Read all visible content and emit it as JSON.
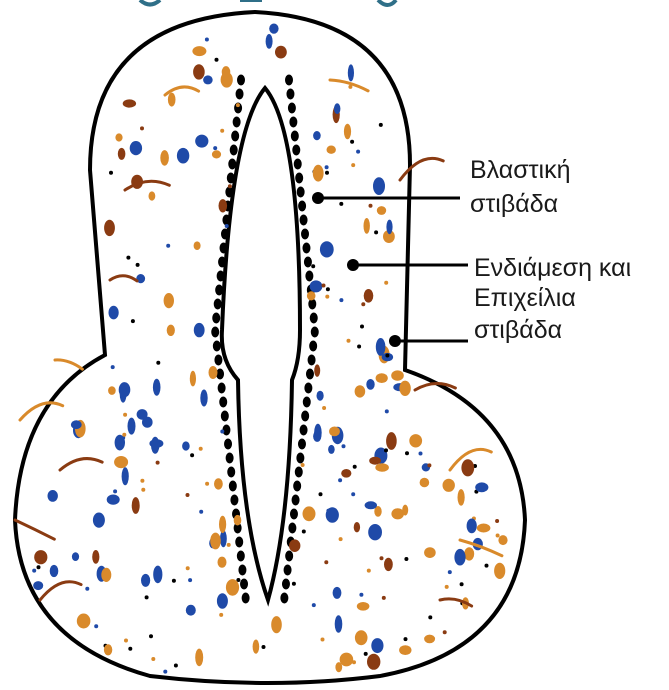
{
  "labels": {
    "layer_1_line1": "Βλαστική",
    "layer_1_line2": "στιβάδα",
    "layer_2": "Ενδιάμεση και",
    "layer_3_line1": "Επιχείλια",
    "layer_3_line2": "στιβάδα"
  },
  "colors": {
    "outline": "#000000",
    "blue_cells": "#1f4aa8",
    "orange_cells": "#d98a2b",
    "brown_cells": "#8a3b12",
    "top_band": "#2f6f88"
  }
}
